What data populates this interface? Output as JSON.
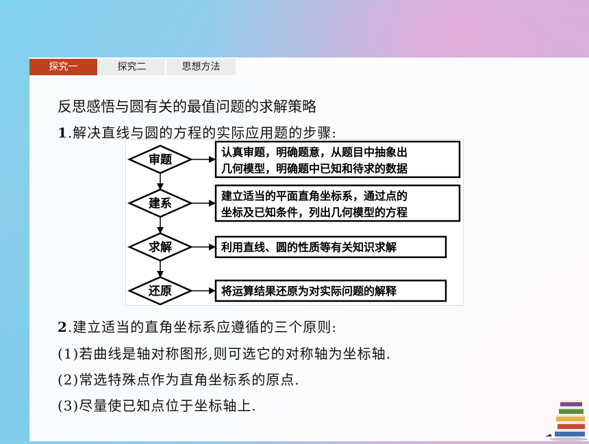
{
  "tabs": [
    {
      "label": "探究一",
      "active": true
    },
    {
      "label": "探究二",
      "active": false
    },
    {
      "label": "思想方法",
      "active": false
    }
  ],
  "heading": "反思感悟与圆有关的最值问题的求解策略",
  "section1": {
    "num": "1",
    "text": ".解决直线与圆的方程的实际应用题的步骤:"
  },
  "flow": [
    {
      "label": "审题",
      "lines": [
        "认真审题，明确题意，从题目中抽象出",
        "几何模型，明确题中已知和待求的数据"
      ]
    },
    {
      "label": "建系",
      "lines": [
        "建立适当的平面直角坐标系，通过点的",
        "坐标及已知条件，列出几何模型的方程"
      ]
    },
    {
      "label": "求解",
      "lines": [
        "利用直线、圆的性质等有关知识求解"
      ]
    },
    {
      "label": "还原",
      "lines": [
        "将运算结果还原为对实际问题的解释"
      ]
    }
  ],
  "section2": {
    "num": "2",
    "text": ".建立适当的直角坐标系应遵循的三个原则:"
  },
  "rules": [
    "(1)若曲线是轴对称图形,则可选它的对称轴为坐标轴.",
    "(2)常选特殊点作为直角坐标系的原点.",
    "(3)尽量使已知点位于坐标轴上."
  ],
  "colors": {
    "tab_active": "#c0411c",
    "tab_inactive": "#ececec"
  },
  "decoration": "books-icon"
}
